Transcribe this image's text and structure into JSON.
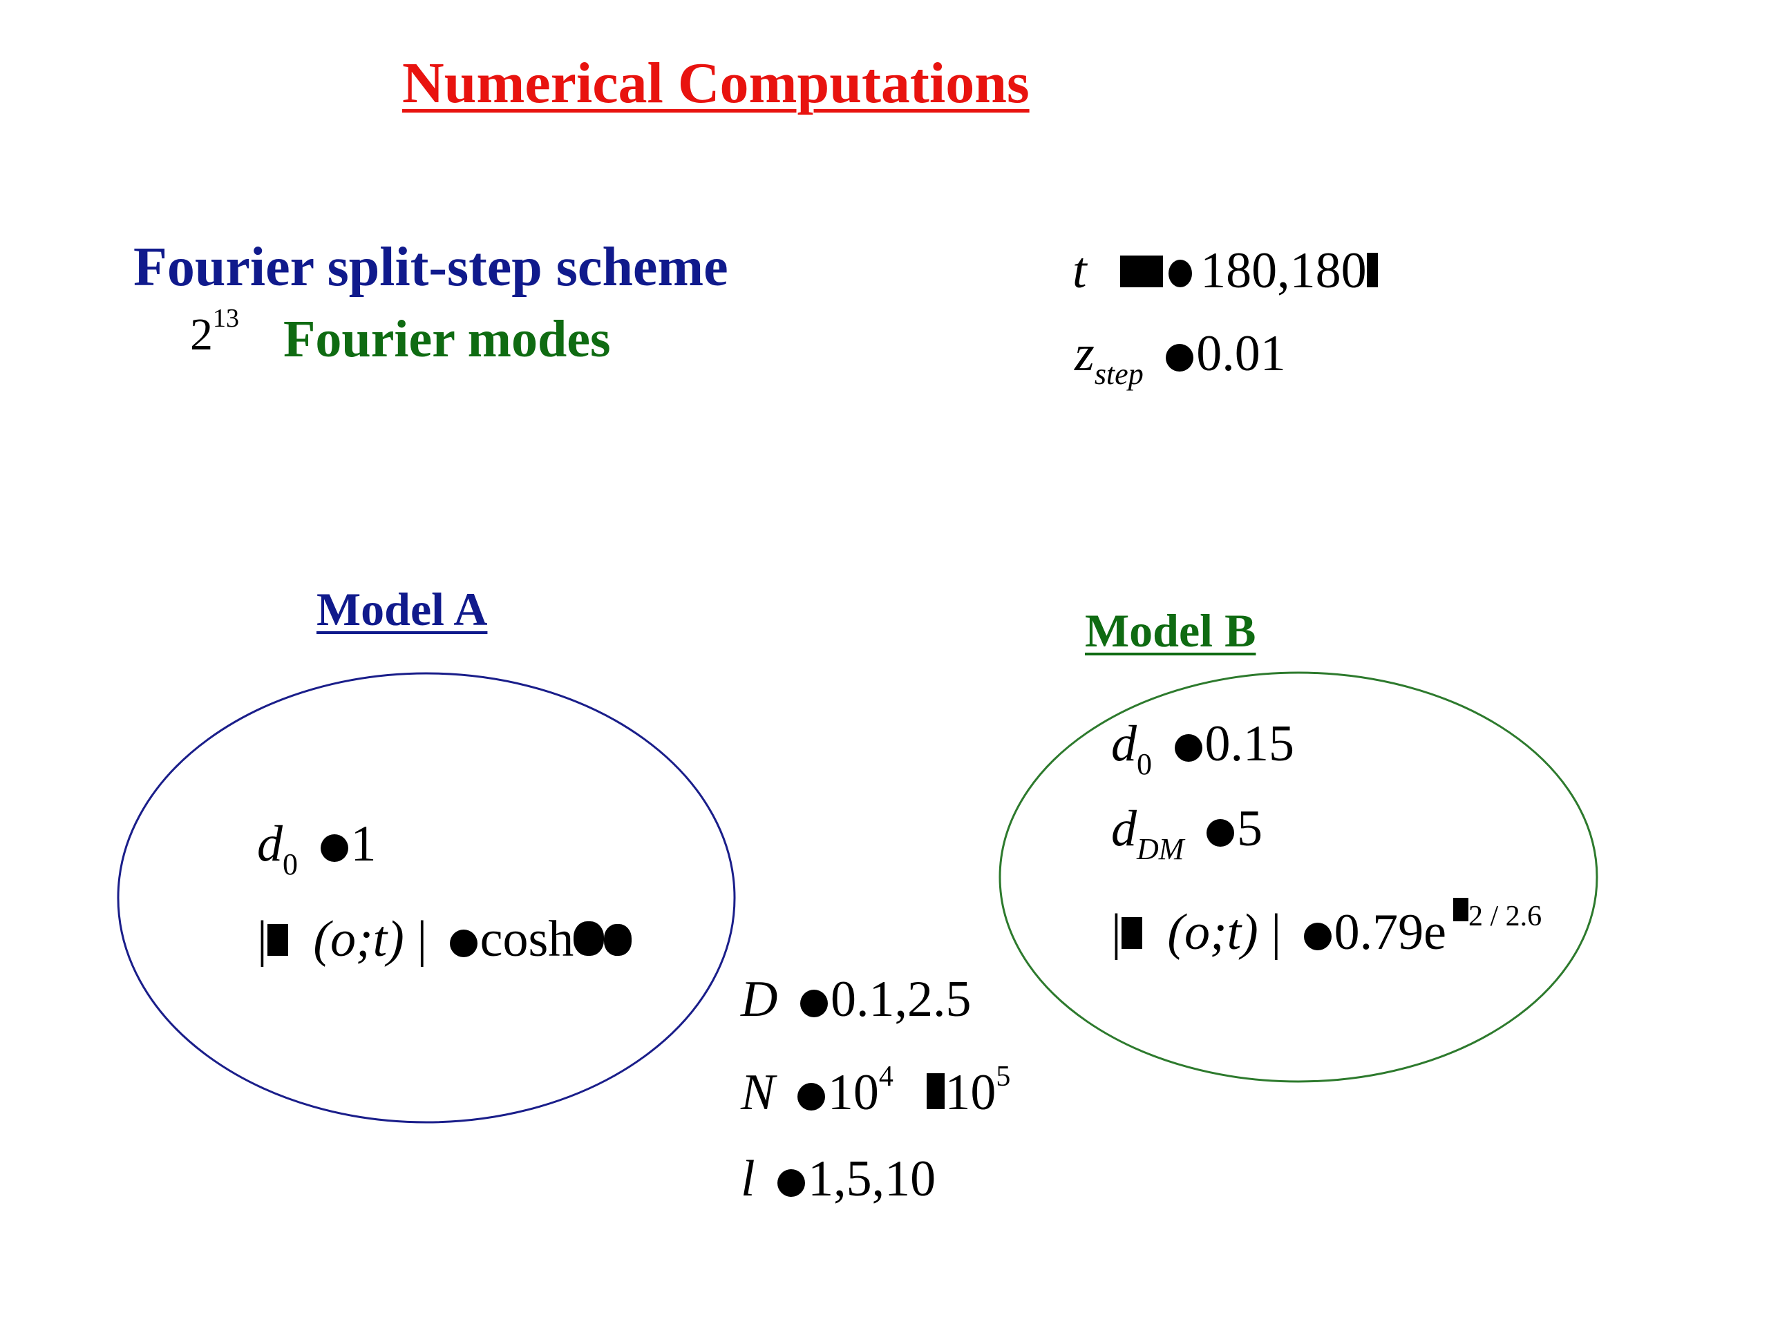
{
  "title": "Numerical Computations",
  "scheme": "Fourier split-step scheme",
  "modes": {
    "base": "2",
    "exp": "13",
    "label": "Fourier modes"
  },
  "t_range": {
    "var": "t",
    "text": "180,180"
  },
  "z_step": {
    "var": "z",
    "sub": "step",
    "text": "0.01"
  },
  "model_a": {
    "title": "Model A",
    "d0_var": "d",
    "d0_sub": "0",
    "d0_val": "1",
    "psi_text": "(o;t)",
    "psi_val": "cosh"
  },
  "model_b": {
    "title": "Model B",
    "d0_var": "d",
    "d0_sub": "0",
    "d0_val": "0.15",
    "ddm_var": "d",
    "ddm_sub": "DM",
    "ddm_val": "5",
    "psi_text": "(o;t)",
    "psi_val": "0.79e",
    "psi_exp": "2 / 2.6"
  },
  "params": {
    "D_var": "D",
    "D_val": "0.1,2.5",
    "N_var": "N",
    "N_base1": "10",
    "N_exp1": "4",
    "N_base2": "10",
    "N_exp2": "5",
    "l_var": "l",
    "l_val": "1,5,10"
  },
  "colors": {
    "title": "#e8130f",
    "scheme": "#101a8c",
    "modes": "#0f6b12",
    "model_a": "#101a8c",
    "model_b": "#0f6b12",
    "oval_a": "#1a1e8a",
    "oval_b": "#2d7a2d"
  }
}
